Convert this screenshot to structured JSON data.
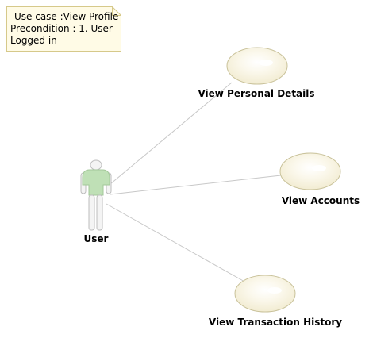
{
  "note": {
    "lines": [
      "Use case :View Profile",
      "Precondition : 1. User",
      "Logged in"
    ]
  },
  "actor": {
    "label": "User",
    "icon": "stick-figure-actor-icon",
    "shirt_color": "#bfe0b6"
  },
  "use_cases": [
    {
      "label": "View Personal Details"
    },
    {
      "label": "View Accounts"
    },
    {
      "label": "View Transaction History"
    }
  ],
  "colors": {
    "ellipse_fill": "#f8f4e2",
    "ellipse_stroke": "#c9c29a",
    "note_fill": "#fffbe6",
    "note_stroke": "#d6c98a",
    "line": "#c8c8c8"
  }
}
